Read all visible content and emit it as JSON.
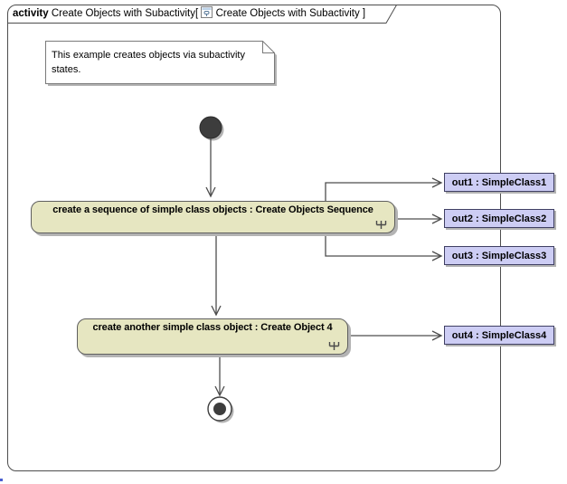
{
  "frame": {
    "keyword": "activity",
    "title_name": " Create Objects with Subactivity[ ",
    "title_diagram": " Create Objects with Subactivity ]",
    "diagram_icon": "activity-diagram-icon"
  },
  "note": {
    "line1": "This example creates objects via subactivity",
    "line2": "states."
  },
  "nodes": {
    "initial": "initial-node",
    "final": "activity-final-node",
    "actions": [
      {
        "label": "create a sequence of simple class objects : Create Objects Sequence",
        "icon": "rake-icon"
      },
      {
        "label": "create another simple class object : Create Object 4",
        "icon": "rake-icon"
      }
    ],
    "parameters": [
      {
        "label": "out1 : SimpleClass1"
      },
      {
        "label": "out2 : SimpleClass2"
      },
      {
        "label": "out3 : SimpleClass3"
      },
      {
        "label": "out4 : SimpleClass4"
      }
    ]
  },
  "colors": {
    "background": "#ffffff",
    "frame_border": "#4d4d4d",
    "action_fill": "#e6e6c1",
    "action_border": "#5f5f5f",
    "parameter_fill": "#cdcdf4",
    "parameter_border": "#3f3f63",
    "edge": "#4d4d4d",
    "node_fill": "#3d3d3d",
    "shadow": "#b3b3b3",
    "note_border": "#7a7a7a"
  }
}
